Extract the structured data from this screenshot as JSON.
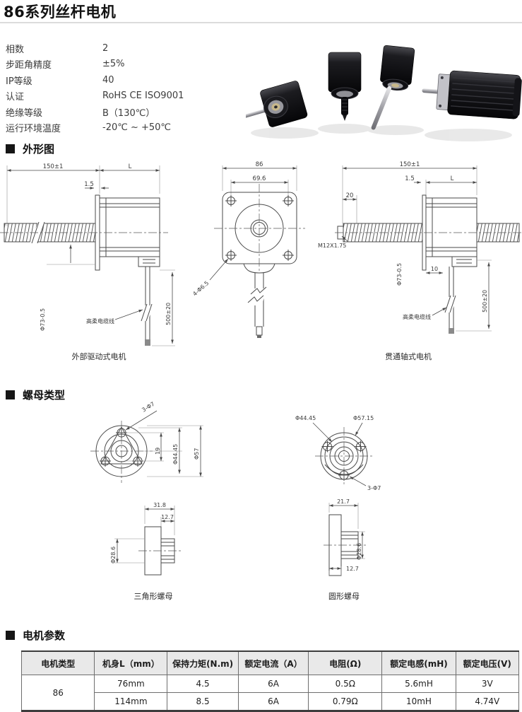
{
  "page_title": "86系列丝杆电机",
  "specs": [
    {
      "label": "相数",
      "value": "2"
    },
    {
      "label": "步距角精度",
      "value": "±5%"
    },
    {
      "label": "IP等级",
      "value": "40"
    },
    {
      "label": "认证",
      "value": "RoHS CE ISO9001"
    },
    {
      "label": "绝缘等级",
      "value": "B（130℃）"
    },
    {
      "label": "运行环境温度",
      "value": "-20℃ ~ +50℃"
    }
  ],
  "sections": {
    "outline": "外形图",
    "nut_types": "螺母类型",
    "motor_params": "电机参数"
  },
  "outline_drawings": {
    "external_drive": {
      "caption": "外部驱动式电机",
      "dim_150": "150±1",
      "dim_L": "L",
      "dim_1_5": "1.5",
      "dim_phi73": "Φ73-0.5",
      "dim_500": "500±20",
      "cable_label": "高柔电缆线"
    },
    "front_view": {
      "dim_86": "86",
      "dim_69_6": "69.6",
      "dim_holes": "4-Φ6.5"
    },
    "through_shaft": {
      "caption": "贯通轴式电机",
      "dim_150": "150±1",
      "dim_20": "20",
      "dim_1_5": "1.5",
      "dim_L": "L",
      "dim_thread": "M12X1.75",
      "dim_phi73": "Φ73-0.5",
      "dim_10": "10",
      "dim_500": "500±20",
      "cable_label": "高柔电缆线"
    }
  },
  "nut_drawings": {
    "triangular": {
      "caption": "三角形螺母",
      "dim_holes": "3-Φ7",
      "dim_19": "19",
      "dim_44": "Φ44.45",
      "dim_57": "Φ57",
      "dim_31_8": "31.8",
      "dim_12_7": "12.7",
      "dim_28_6": "Φ28.6"
    },
    "round": {
      "caption": "圆形螺母",
      "dim_44": "Φ44.45",
      "dim_57": "Φ57.15",
      "dim_holes": "3-Φ7",
      "dim_21_7": "21.7",
      "dim_28_6": "Φ28.6",
      "dim_12_7": "12.7"
    }
  },
  "params_table": {
    "headers": [
      "电机类型",
      "机身L（mm）",
      "保持力矩(N.m)",
      "额定电流（A）",
      "电阻(Ω)",
      "额定电感(mH)",
      "额定电压(V)"
    ],
    "motor_type": "86",
    "rows": [
      [
        "76mm",
        "4.5",
        "6A",
        "0.5Ω",
        "5.6mH",
        "3V"
      ],
      [
        "114mm",
        "8.5",
        "6A",
        "0.79Ω",
        "10mH",
        "4.74V"
      ]
    ]
  },
  "colors": {
    "heading_square": "#161616",
    "table_header_bg": "#e9e9e9",
    "drawing_stroke": "#4a4a4a"
  }
}
